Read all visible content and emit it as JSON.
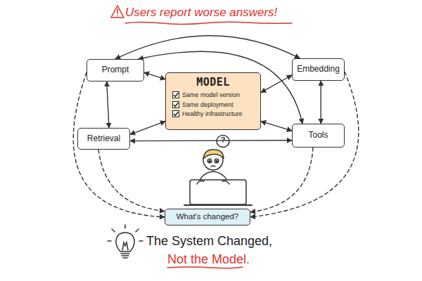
{
  "diagram": {
    "title": "Users report worse answers!",
    "nodes": [
      {
        "text": [
          "Prompt"
        ]
      },
      {
        "text": [
          "MODEL",
          "Same model version",
          "Same deployment",
          "Healthy infrastructure"
        ]
      },
      {
        "text": [
          "Embedding"
        ]
      },
      {
        "text": [
          "Retrieval"
        ]
      },
      {
        "text": [
          "Tools"
        ]
      },
      {
        "text": [
          "What's changed?"
        ]
      }
    ],
    "edges": [
      {
        "from": 0,
        "to": 1,
        "arrow": "both"
      },
      {
        "from": 0,
        "to": 2,
        "arrow": "both"
      },
      {
        "from": 0,
        "to": 3,
        "arrow": "both"
      },
      {
        "from": 0,
        "to": 4,
        "arrow": "both"
      },
      {
        "from": 1,
        "to": 2,
        "arrow": "both"
      },
      {
        "from": 3,
        "to": 1,
        "arrow": "both"
      },
      {
        "from": 1,
        "to": 4,
        "arrow": "both"
      },
      {
        "from": 3,
        "to": 4,
        "arrow": "both"
      },
      {
        "from": 2,
        "to": 4,
        "arrow": "both"
      },
      {
        "from": 0,
        "to": 5,
        "arrow": "to"
      },
      {
        "from": 3,
        "to": 5,
        "arrow": "to"
      },
      {
        "from": 2,
        "to": 5,
        "arrow": "to"
      },
      {
        "from": 4,
        "to": 5,
        "arrow": "to"
      }
    ],
    "labels": [
      "?",
      "The System Changed,",
      "Not the Model."
    ]
  }
}
